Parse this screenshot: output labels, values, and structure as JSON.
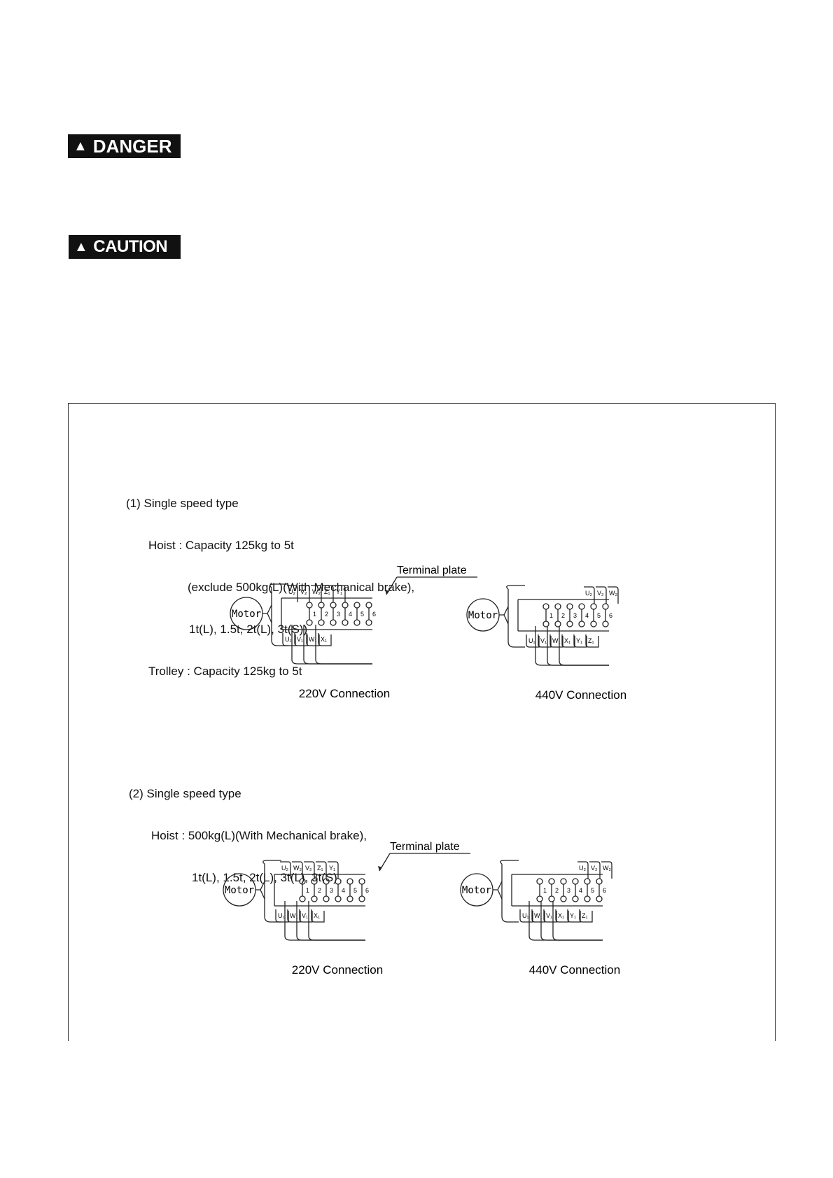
{
  "warnings": {
    "danger_label": "DANGER",
    "caution_label": "CAUTION",
    "symbol": "▲"
  },
  "section1": {
    "heading": "(1) Single speed type",
    "lines": [
      "Hoist : Capacity 125kg to 5t",
      "(exclude 500kg(L)(With Mechanical brake),",
      "1t(L), 1.5t, 2t(L), 3t(S))",
      "Trolley : Capacity 125kg to 5t"
    ]
  },
  "section2": {
    "heading": "(2) Single speed type",
    "lines": [
      "Hoist : 500kg(L)(With Mechanical brake),",
      "1t(L), 1.5t, 2t(L), 3t(L), 3t(S)"
    ]
  },
  "diagrams": {
    "terminal_plate_label": "Terminal plate",
    "motor_label": "Motor",
    "caption_220": "220V Connection",
    "caption_440": "440V Connection",
    "terminal_numbers": [
      "1",
      "2",
      "3",
      "4",
      "5",
      "6"
    ],
    "d1_top_labels": [
      "U₂",
      "V₂",
      "W₂",
      "Z₁",
      "Y₁"
    ],
    "d1_bottom_labels": [
      "U₁",
      "V₁",
      "W₁",
      "X₁"
    ],
    "d2_top_labels": [
      "U₂",
      "V₂",
      "W₂"
    ],
    "d2_bottom_labels": [
      "U₁",
      "V₁",
      "W₁",
      "X₁",
      "Y₁",
      "Z₁"
    ],
    "d3_top_labels": [
      "U₂",
      "W₂",
      "V₂",
      "Z₁",
      "Y₁"
    ],
    "d3_bottom_labels": [
      "U₁",
      "W₁",
      "V₁",
      "X₁"
    ],
    "d4_top_labels": [
      "U₂",
      "V₂",
      "W₂"
    ],
    "d4_bottom_labels": [
      "U₁",
      "W₁",
      "V₁",
      "X₁",
      "Y₁",
      "Z₁"
    ]
  }
}
